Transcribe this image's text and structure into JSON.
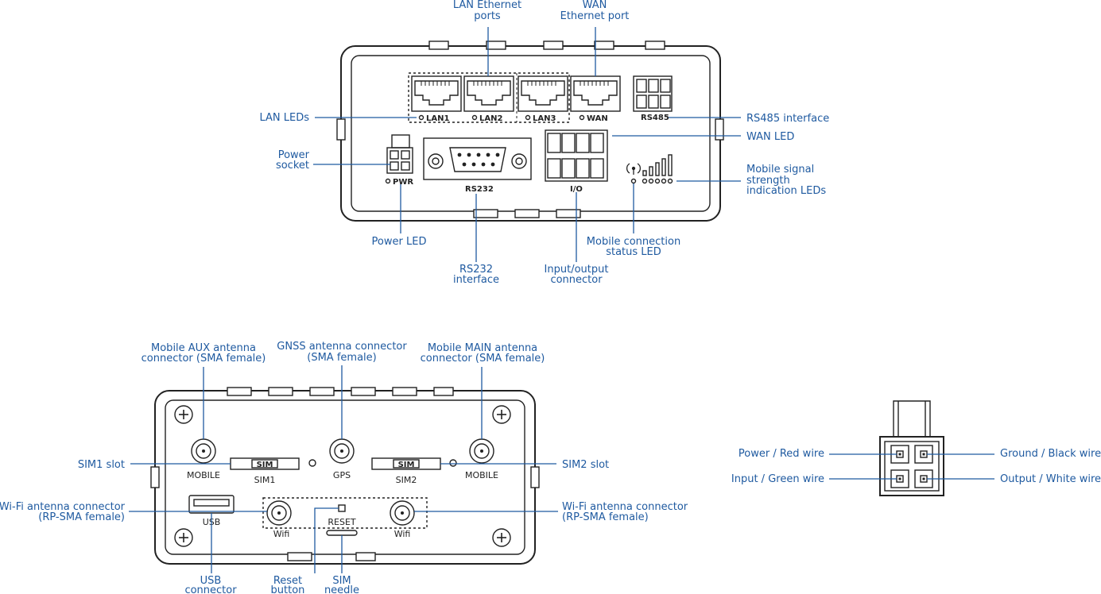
{
  "front_panel": {
    "labels": {
      "lan_ports": [
        "LAN Ethernet",
        "ports"
      ],
      "wan_port": [
        "WAN",
        "Ethernet port"
      ],
      "lan_leds": "LAN LEDs",
      "power_socket": [
        "Power",
        "socket"
      ],
      "power_led": "Power LED",
      "rs232": [
        "RS232",
        "interface"
      ],
      "io": [
        "Input/output",
        "connector"
      ],
      "mobile_status": [
        "Mobile connection",
        "status LED"
      ],
      "rs485": "RS485 interface",
      "wan_led": "WAN LED",
      "signal": [
        "Mobile signal",
        "strength",
        "indication LEDs"
      ]
    },
    "device_text": {
      "lan1": "LAN1",
      "lan2": "LAN2",
      "lan3": "LAN3",
      "wan": "WAN",
      "rs485": "RS485",
      "pwr": "PWR",
      "rs232": "RS232",
      "io": "I/O"
    }
  },
  "back_panel": {
    "labels": {
      "aux": [
        "Mobile AUX antenna",
        "connector (SMA female)"
      ],
      "gnss": [
        "GNSS antenna connector",
        "(SMA female)"
      ],
      "main": [
        "Mobile MAIN antenna",
        "connector (SMA female)"
      ],
      "sim1": "SIM1 slot",
      "sim2": "SIM2 slot",
      "wifi_left": [
        "Wi-Fi antenna connector",
        "(RP-SMA female)"
      ],
      "wifi_right": [
        "Wi-Fi antenna connector",
        "(RP-SMA female)"
      ],
      "usb": [
        "USB",
        "connector"
      ],
      "reset": [
        "Reset",
        "button"
      ],
      "needle": [
        "SIM",
        "needle"
      ]
    },
    "device_text": {
      "mobile_left": "MOBILE",
      "sim1": "SIM1",
      "sim_tag1": "SIM",
      "gps": "GPS",
      "sim2": "SIM2",
      "sim_tag2": "SIM",
      "mobile_right": "MOBILE",
      "usb": "USB",
      "reset": "RESET",
      "wifi_left": "Wifi",
      "wifi_right": "Wifi"
    }
  },
  "power_plug": {
    "labels": {
      "power": "Power / Red wire",
      "ground": "Ground / Black wire",
      "input": "Input / Green wire",
      "output": "Output / White wire"
    }
  },
  "colors": {
    "label": "#1f5aa0",
    "outline": "#222222"
  }
}
